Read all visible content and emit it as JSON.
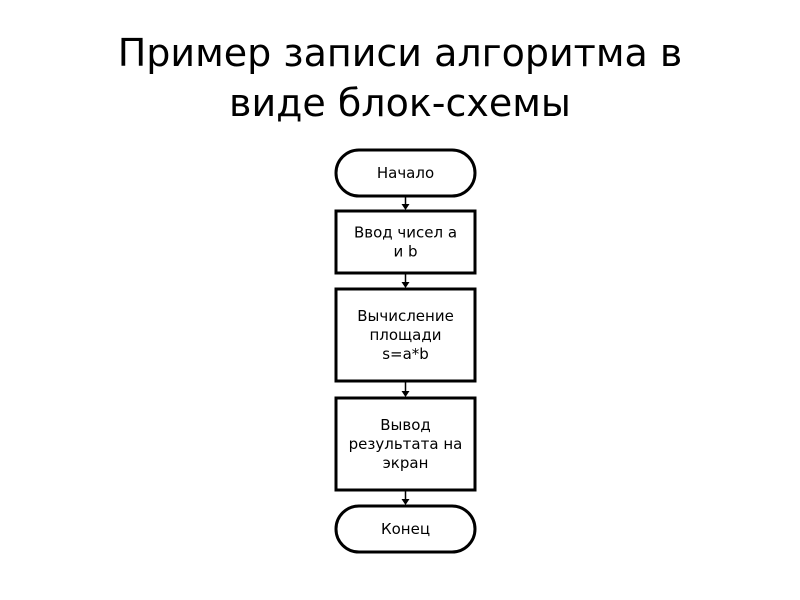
{
  "title": {
    "line1": "Пример записи алгоритма в",
    "line2": "виде блок-схемы"
  },
  "flowchart": {
    "nodes": [
      {
        "id": "start",
        "shape": "terminator",
        "lines": [
          "Начало"
        ]
      },
      {
        "id": "input",
        "shape": "process",
        "lines": [
          "Ввод чисел a",
          "и b"
        ]
      },
      {
        "id": "compute",
        "shape": "process",
        "lines": [
          "Вычисление",
          "площади",
          "s=a*b"
        ]
      },
      {
        "id": "output",
        "shape": "process",
        "lines": [
          "Вывод",
          "результата на",
          "экран"
        ]
      },
      {
        "id": "end",
        "shape": "terminator",
        "lines": [
          "Конец"
        ]
      }
    ],
    "colors": {
      "stroke": "#000000",
      "fill": "#ffffff"
    }
  }
}
